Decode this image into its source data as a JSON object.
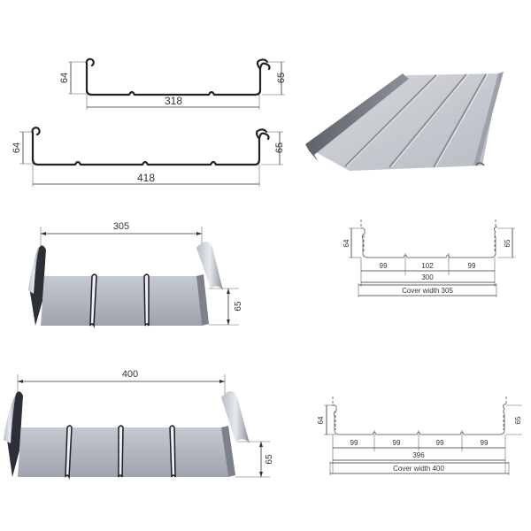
{
  "profiles_2d": [
    {
      "id": "profile-318",
      "left_height": "64",
      "right_height": "65",
      "width": "318",
      "ribs": 2
    },
    {
      "id": "profile-418",
      "left_height": "64",
      "right_height": "65",
      "width": "418",
      "ribs": 3
    }
  ],
  "panels_3d": [
    {
      "id": "panel-305",
      "width_label": "305",
      "height_label": "65",
      "pans": 3
    },
    {
      "id": "panel-400",
      "width_label": "400",
      "height_label": "65",
      "pans": 4
    }
  ],
  "technical_sections": [
    {
      "id": "section-305",
      "left_height": "64",
      "right_height": "65",
      "segments": [
        "99",
        "102",
        "99"
      ],
      "total": "300",
      "cover_width": "Cover width 305"
    },
    {
      "id": "section-400",
      "left_height": "64",
      "right_height": "65",
      "segments": [
        "99",
        "99",
        "99",
        "99"
      ],
      "total": "396",
      "cover_width": "Cover width 400"
    }
  ],
  "colors": {
    "metal_light": "#c9ccd3",
    "metal_mid": "#a9adb6",
    "metal_dark": "#3a3d44",
    "line": "#222222"
  }
}
